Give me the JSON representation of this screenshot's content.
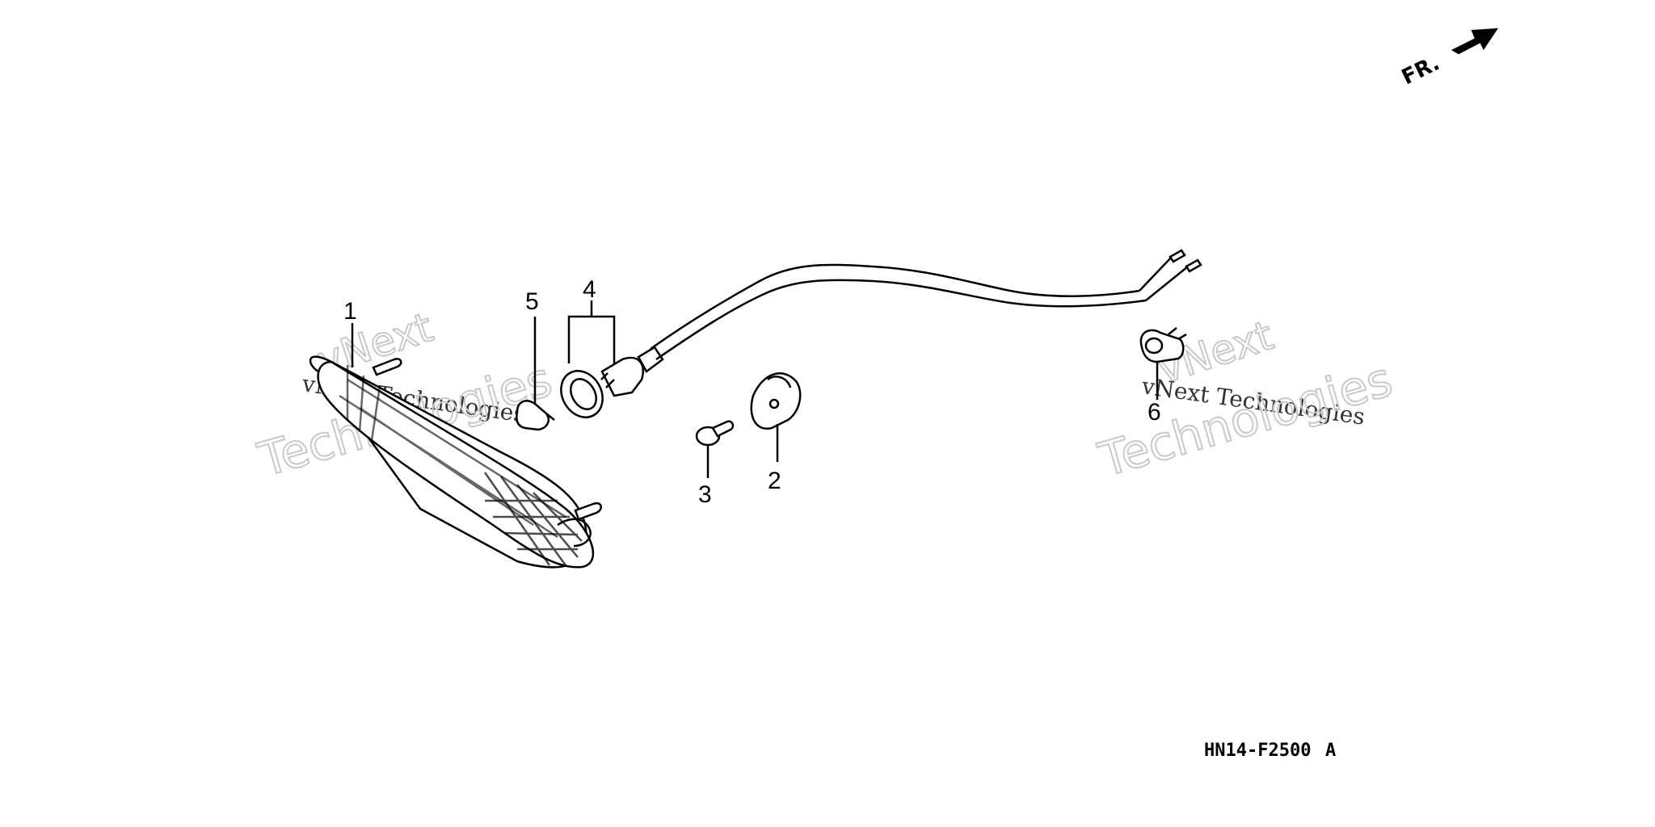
{
  "diagram": {
    "callouts": [
      "1",
      "2",
      "3",
      "4",
      "5",
      "6"
    ],
    "front_indicator": "FR.",
    "figure_code": "HN14-F2500",
    "figure_suffix": "A"
  },
  "watermarks": [
    {
      "line1": "vNext",
      "line2": "vNext Technologies",
      "line3": "Technologies"
    },
    {
      "line1": "vNext",
      "line2": "vNext Technologies",
      "line3": "Technologies"
    }
  ]
}
